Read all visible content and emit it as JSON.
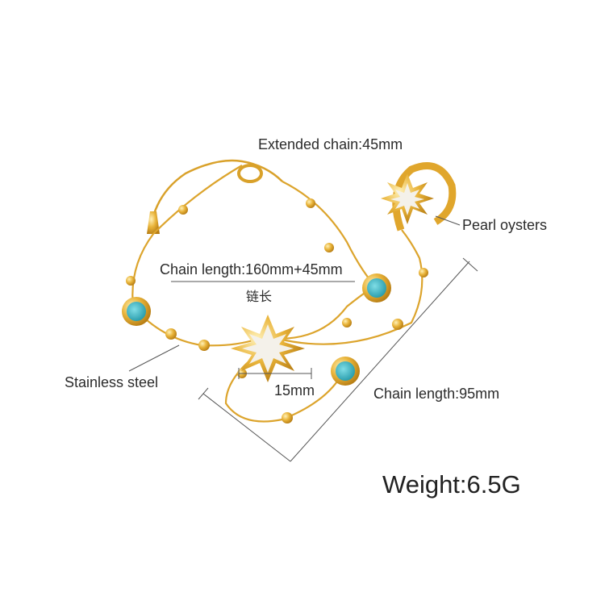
{
  "annotations": {
    "extended_chain": "Extended chain:45mm",
    "pearl_oysters": "Pearl oysters",
    "chain_length_bracelet": "Chain length:160mm+45mm",
    "chain_length_cn": "链长",
    "stainless_steel": "Stainless steel",
    "star_size": "15mm",
    "chain_length_ring": "Chain length:95mm",
    "weight": "Weight:6.5G"
  },
  "colors": {
    "gold": "#e2a92a",
    "turquoise": "#3bb6c4",
    "pearl": "#f4f1ea",
    "line": "#555555"
  }
}
